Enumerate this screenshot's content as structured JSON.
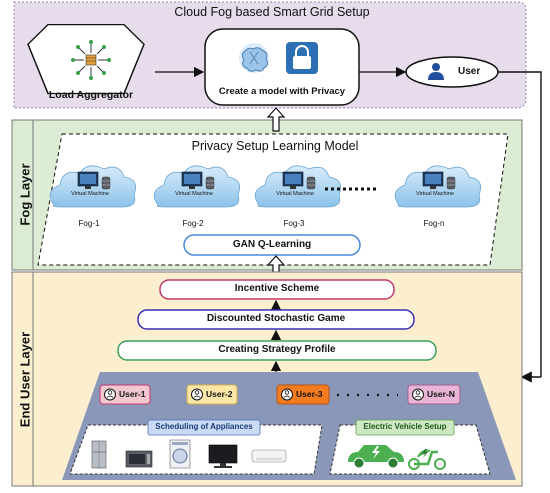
{
  "cloud": {
    "title": "Cloud Fog based Smart Grid Setup",
    "load_aggregator": "Load Aggregator",
    "model_label": "Create a model with Privacy",
    "user": "User"
  },
  "fog": {
    "layer_label": "Fog Layer",
    "title": "Privacy Setup Learning Model",
    "vm_label": "Virtual Machine",
    "nodes": [
      "Fog-1",
      "Fog-2",
      "Fog-3",
      "Fog-n"
    ],
    "gan": "GAN Q-Learning"
  },
  "end": {
    "layer_label": "End User Layer",
    "incentive": "Incentive Scheme",
    "game": "Discounted Stochastic Game",
    "strategy": "Creating Strategy Profile",
    "users": [
      "User-1",
      "User-2",
      "User-3",
      "User-N"
    ],
    "scheduling": "Scheduling of Appliances",
    "ev": "Electric Vehicle Setup"
  },
  "colors": {
    "cloud_bg": "#e6dcec",
    "fog_bg": "#dcebd3",
    "end_bg": "#fbefd0",
    "user_platform": "#8a97b9",
    "user1": "#f2c7cf",
    "user2": "#fde7a8",
    "user3": "#f47b20",
    "userN": "#e8b5d6",
    "incentive_border": "#c0396b",
    "game_border": "#3a2fb5",
    "strategy_border": "#3aa05a",
    "gan_border": "#4a8ad6"
  }
}
